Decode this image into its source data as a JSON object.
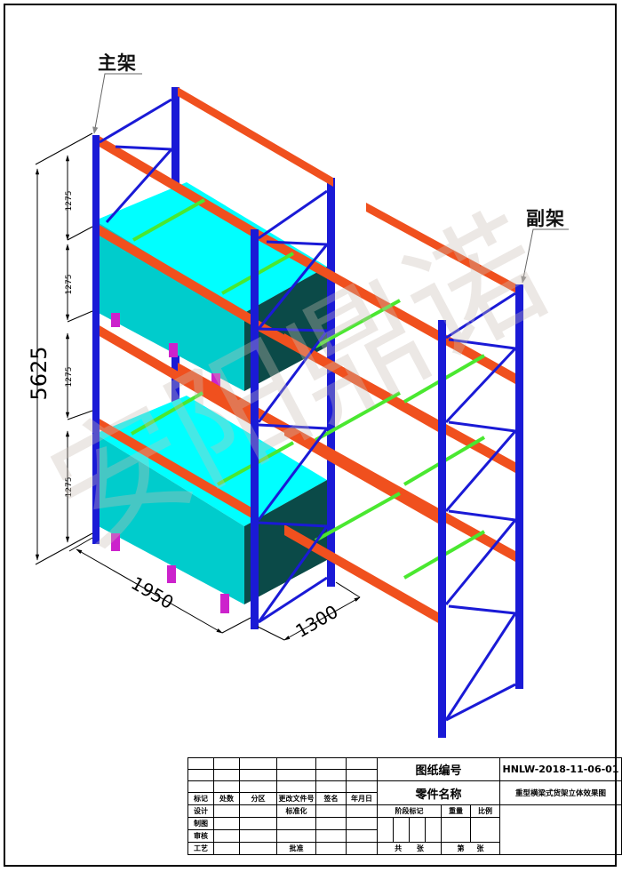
{
  "drawing": {
    "title": "重型横梁式货架立体效果图",
    "callouts": {
      "main_frame": "主架",
      "sub_frame": "副架"
    },
    "dimensions": {
      "total_height": "5625",
      "level_spacing": [
        "1275",
        "1275",
        "1275",
        "1275"
      ],
      "beam_length": "1950",
      "frame_depth": "1300"
    },
    "watermark": "安阳鼎诺",
    "colors": {
      "upright": "#1a1ad6",
      "beam": "#f0501e",
      "support_bar": "#4ae830",
      "pallet_load_top": "#00ffff",
      "pallet_load_front": "#00cccc",
      "pallet_load_side": "#0b4a48",
      "pallet_feet": "#cc22cc"
    }
  },
  "title_block": {
    "drawing_number_label": "图纸编号",
    "drawing_number": "HNLW-2018-11-06-01",
    "part_name_label": "零件名称",
    "part_name": "重型横梁式货架立体效果图",
    "revision_headers": [
      "标记",
      "处数",
      "分区",
      "更改文件号",
      "签名",
      "年月日"
    ],
    "row_labels": {
      "design": "设计",
      "standardization": "标准化",
      "drafting": "制图",
      "review": "审核",
      "process": "工艺",
      "approval": "批准"
    },
    "stage_mark_label": "阶段标记",
    "weight_label": "重量",
    "scale_label": "比例",
    "total_sheets_label": "共",
    "sheet_unit": "张",
    "sheet_no_label": "第",
    "sheet_unit2": "张"
  }
}
